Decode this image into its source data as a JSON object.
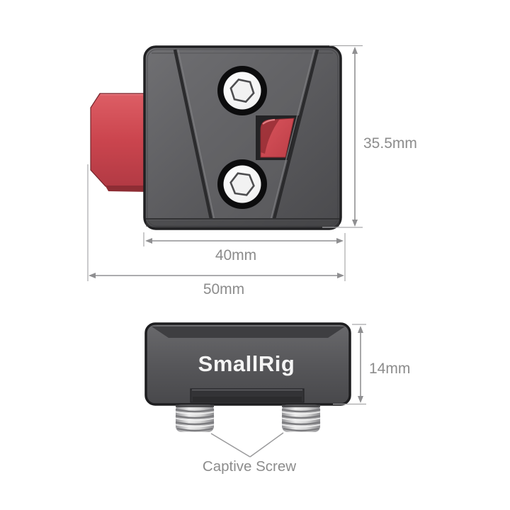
{
  "diagram": {
    "logo_text": "SmallRig",
    "dimensions": {
      "plate_height": "35.5mm",
      "inner_width": "40mm",
      "overall_width": "50mm",
      "side_thickness": "14mm"
    },
    "annotations": {
      "captive_screw": "Captive Screw"
    },
    "colors": {
      "plate_gray": "#58585b",
      "edge_dark": "#202022",
      "accent_red": "#cb454e",
      "accent_red_dark": "#8f2b32",
      "screw_silver": "#d9d9d9",
      "dimension_gray": "#8c8c8c",
      "logo_white": "#f4f4f4",
      "background": "#ffffff"
    }
  }
}
